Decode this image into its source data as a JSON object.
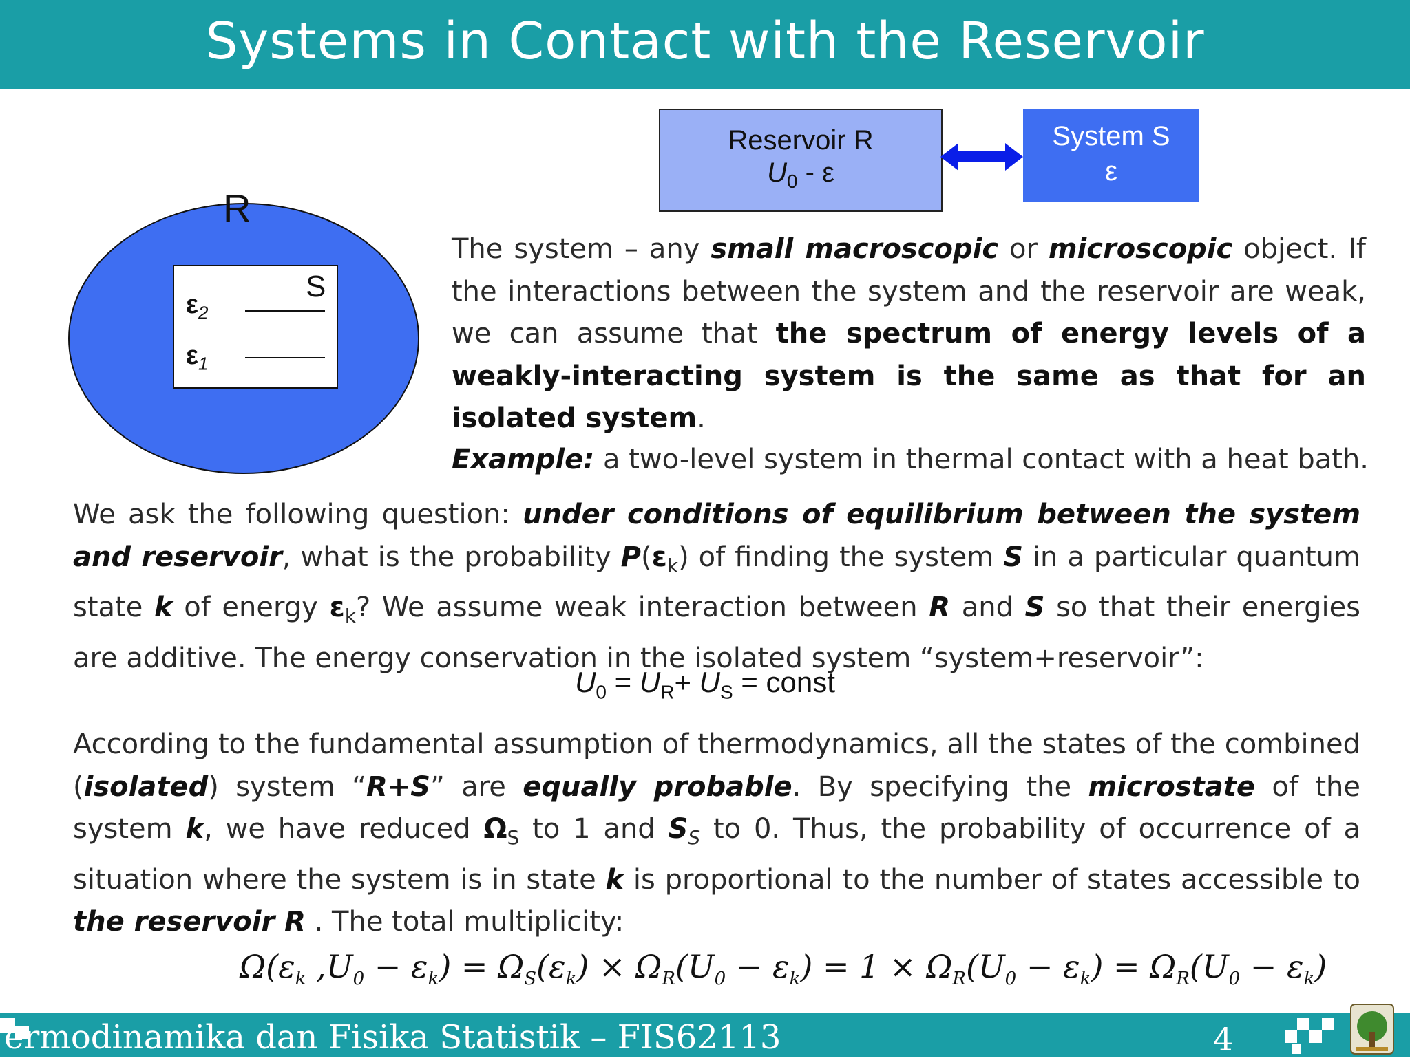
{
  "header": {
    "title": "Systems in Contact with the Reservoir"
  },
  "diagram": {
    "reservoir_label": "R",
    "system_label": "S",
    "level2": "ε",
    "level2_sub": "2",
    "level1": "ε",
    "level1_sub": "1",
    "reservoir_box_line1": "Reservoir R",
    "reservoir_box_U": "U",
    "reservoir_box_U_sub": "0",
    "reservoir_box_rest": " - ε",
    "system_box_line1": "System S",
    "system_box_line2": "ε",
    "colors": {
      "blue": "#3e6ef2",
      "light_blue": "#9ab0f6",
      "arrow": "#0a1ee8",
      "teal": "#1a9ea6"
    }
  },
  "intro": {
    "t1": "The system – any ",
    "b1": "small macroscopic",
    "t2": " or ",
    "b2": "microscopic",
    "t3": " object. If the interactions between the system and the reservoir are weak, we can assume that ",
    "b3": "the spectrum of energy levels of a weakly-interacting system is the same as that for an isolated system",
    "t4": "."
  },
  "example": {
    "label": "Example:",
    "text": " a two-level system in thermal contact with a heat bath."
  },
  "question": {
    "t1": "We ask the following question: ",
    "b1": "under conditions of equilibrium between the system and reservoir",
    "t2": ", what is the probability ",
    "P": "P",
    "t3": "(",
    "eps": "ε",
    "k": "k",
    "t4": ") of finding the system ",
    "S": "S",
    "t5": " in a particular quantum state ",
    "k2": "k",
    "t6": " of energy ",
    "eps2": "ε",
    "k3": "k",
    "t7": "? We assume weak interaction between ",
    "R": "R",
    "t8": " and ",
    "S2": "S",
    "t9": " so that their energies are additive. The energy conservation in the isolated system “system+reservoir”:"
  },
  "equation1": {
    "U": "U",
    "s0": "0",
    "mid": " = ",
    "UR": "U",
    "sR": "R",
    "plus": "+ ",
    "US": "U",
    "sS": "S",
    "end": " = const"
  },
  "assumption": {
    "t1": "According to the fundamental assumption of thermodynamics, all the states of the combined (",
    "b1": "isolated",
    "t2": ") system “",
    "b2": "R+S",
    "t3": "” are ",
    "b3": "equally probable",
    "t4": ". By specifying the ",
    "b4": "microstate",
    "t5": " of the system ",
    "b5": "k",
    "t6": ", we have reduced ",
    "omega": "Ω",
    "sS": "S",
    "t7": " to 1 and ",
    "SS": "S",
    "sS2": "S",
    "t8": " to 0. Thus, the probability of occurrence of a situation where the system is in state ",
    "b6": "k",
    "t9": " is proportional to the number of states accessible to ",
    "b7": "the reservoir R",
    "t10": " . The total multiplicity:"
  },
  "equation2": "Ω(ε_k ,U_0 − ε_k) = Ω_S(ε_k) × Ω_R(U_0 − ε_k) = 1 × Ω_R(U_0 − ε_k) = Ω_R(U_0 − ε_k)",
  "footer": {
    "course": "ermodinamika dan Fisika Statistik – FIS62113",
    "page": "4"
  }
}
